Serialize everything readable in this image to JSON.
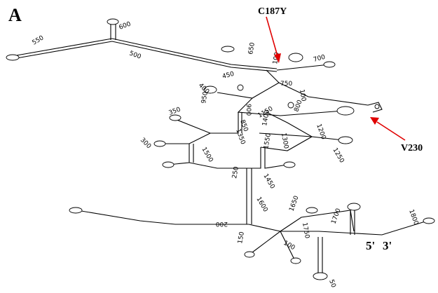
{
  "figure": {
    "panel_label": "A",
    "annotations": [
      {
        "id": "c187y",
        "label": "C187Y"
      },
      {
        "id": "v230",
        "label": "V230"
      }
    ],
    "ends": {
      "five_prime": "5'",
      "three_prime": "3'"
    },
    "position_labels": [
      "550",
      "600",
      "500",
      "650",
      "700",
      "100",
      "450",
      "400",
      "750",
      "950",
      "900",
      "100",
      "850",
      "350",
      "1150",
      "800",
      "1200",
      "1350",
      "1400",
      "1300",
      "300",
      "1500",
      "1550",
      "1250",
      "250",
      "1450",
      "1600",
      "1650",
      "1750",
      "1700",
      "200",
      "150",
      "100",
      "1800",
      "50"
    ],
    "colors": {
      "annotation_arrow": "#e00000",
      "structure": "#000000"
    }
  }
}
